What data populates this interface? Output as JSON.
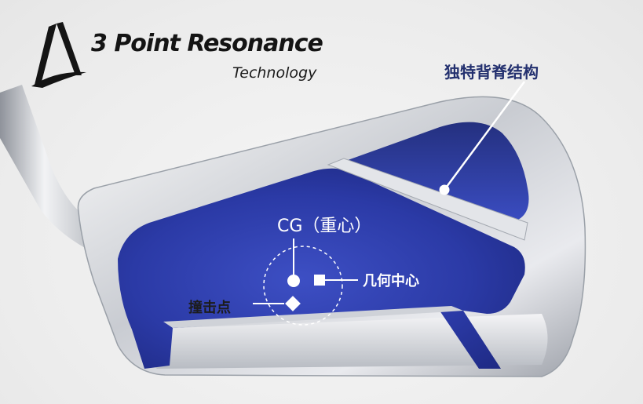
{
  "logo": {
    "title": "3 Point Resonance",
    "subtitle": "Technology",
    "icon": "triangle-swoosh-logo-icon"
  },
  "labels": {
    "unique_back": "独特背脊结构",
    "cg": "CG（重心）",
    "geometric_center": "几何中心",
    "impact_point": "撞击点"
  },
  "colors": {
    "background": "#ececec",
    "cavity_blue": "#2d3aa8",
    "text_dark": "#1c1c1c",
    "feature_label": "#23306f",
    "marker_white": "#ffffff"
  }
}
